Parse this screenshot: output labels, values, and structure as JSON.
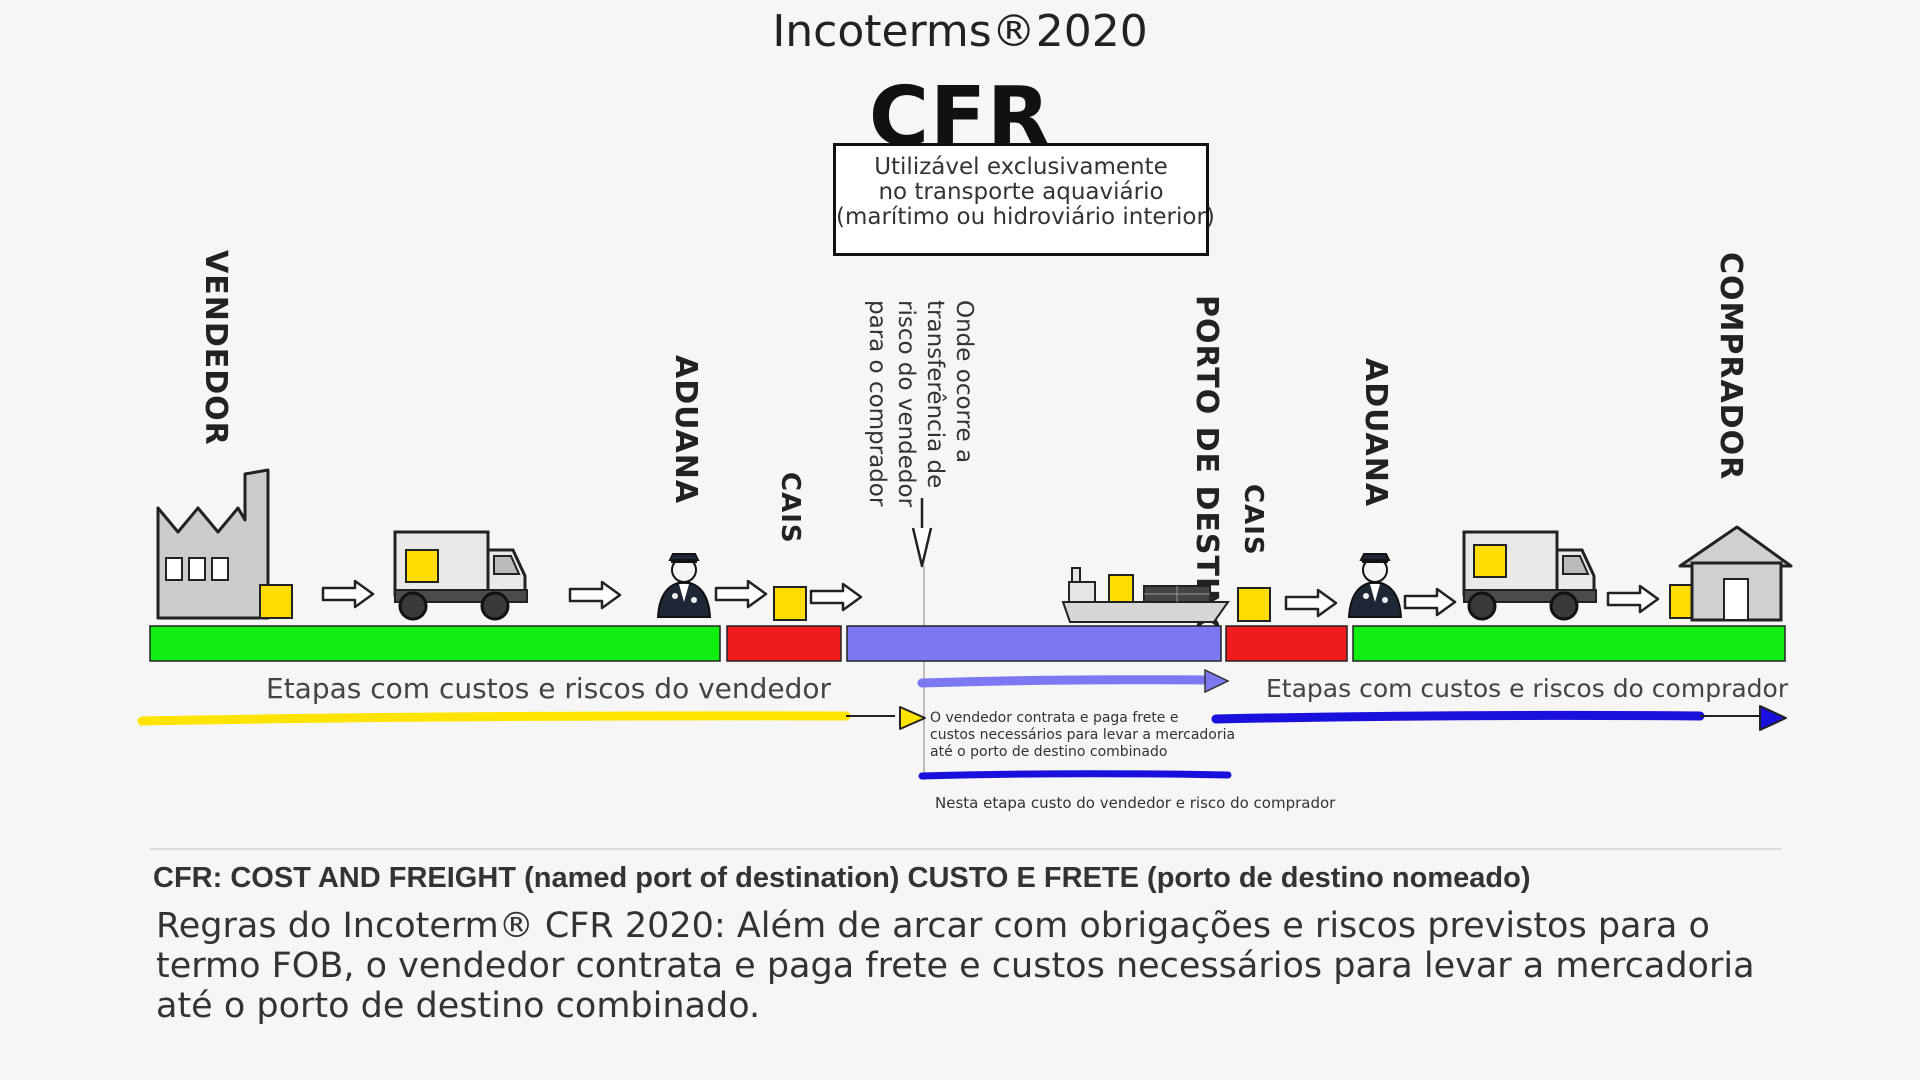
{
  "header": {
    "title": "Incoterms®2020",
    "term": "CFR",
    "usage_lines": [
      "Utilizável exclusivamente",
      "no transporte aquaviário",
      "(marítimo ou hidroviário interior)"
    ]
  },
  "labels": {
    "seller": "VENDEDOR",
    "customs_origin": "ADUANA",
    "quay_origin": "CAIS",
    "destination_port": "PORTO DE DESTINO",
    "quay_destination": "CAIS",
    "customs_destination": "ADUANA",
    "buyer": "COMPRADOR"
  },
  "risk_note_lines": [
    "Onde ocorre a",
    "transferência de",
    "risco do vendedor",
    "para o comprador"
  ],
  "legend": {
    "seller_stages": "Etapas com custos e riscos do vendedor",
    "buyer_stages": "Etapas com custos e riscos do comprador",
    "freight_note_lines": [
      "O vendedor contrata e paga frete e",
      "custos necessários para levar a mercadoria",
      "até o porto de destino combinado"
    ],
    "stage_note": "Nesta etapa custo do vendedor e risco do comprador"
  },
  "colors": {
    "green": "#11ee11",
    "red": "#ee1c1c",
    "purple": "#7b78f2",
    "yellow": "#ffe400",
    "blue": "#1a10dd",
    "cargo": "#ffdd00"
  },
  "footer": {
    "subtitle": "CFR: COST AND FREIGHT (named port of destination) CUSTO E FRETE (porto de destino nomeado)",
    "rules_lines": [
      "Regras do Incoterm® CFR 2020: Além de arcar com obrigações e riscos previstos para o",
      "termo FOB, o vendedor contrata e paga frete e custos necessários para  levar a mercadoria",
      "até o porto de destino combinado."
    ]
  }
}
